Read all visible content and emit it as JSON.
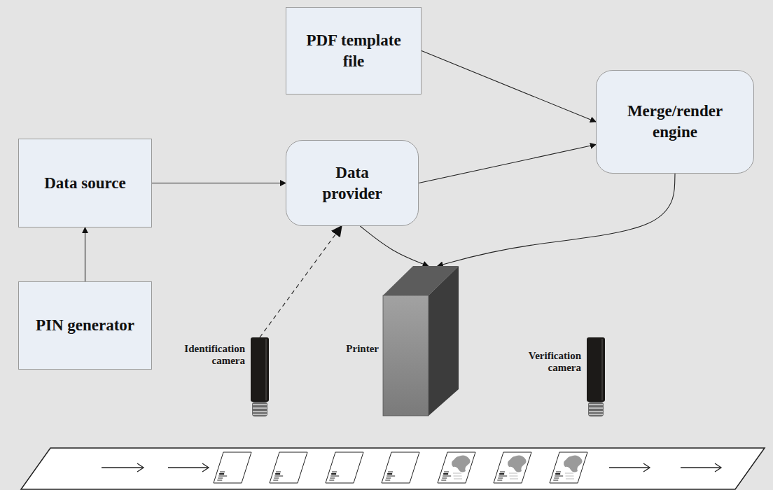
{
  "diagram": {
    "nodes": [
      {
        "text": [
          "PDF template file"
        ]
      },
      {
        "text": [
          "Data source"
        ]
      },
      {
        "text": [
          "Data provider"
        ]
      },
      {
        "text": [
          "Merge/render engine"
        ]
      },
      {
        "text": [
          "PIN generator"
        ]
      },
      {
        "text": [
          "Identification camera"
        ]
      },
      {
        "text": [
          "Printer"
        ]
      },
      {
        "text": [
          "Verification camera"
        ]
      }
    ],
    "edges": [
      {
        "from": 0,
        "to": 3,
        "arrow": "to"
      },
      {
        "from": 1,
        "to": 2,
        "arrow": "to"
      },
      {
        "from": 2,
        "to": 3,
        "arrow": "to"
      },
      {
        "from": 3,
        "to": 6,
        "arrow": "to"
      },
      {
        "from": 2,
        "to": 6,
        "arrow": "to"
      },
      {
        "from": 5,
        "to": 2,
        "arrow": "to"
      },
      {
        "from": 4,
        "to": 1,
        "arrow": "to"
      }
    ]
  }
}
